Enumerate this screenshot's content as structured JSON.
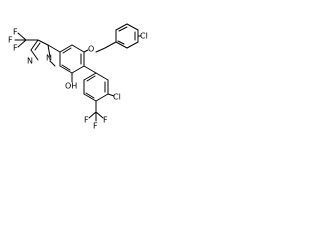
{
  "molecule": {
    "atom_labels": {
      "cl_top": "Cl",
      "o_ether": "O",
      "oh": "OH",
      "cl_right": "Cl",
      "cf3_left": "F",
      "cf3_right": "F",
      "n1": "N",
      "n2": "N"
    }
  }
}
